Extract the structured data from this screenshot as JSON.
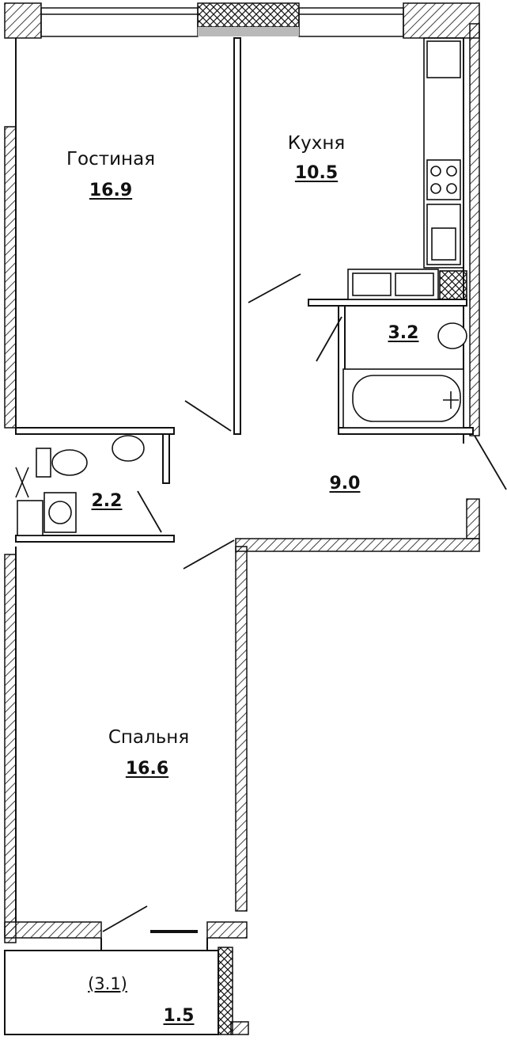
{
  "rooms": {
    "living": {
      "name": "Гостиная",
      "area": "16.9"
    },
    "kitchen": {
      "name": "Кухня",
      "area": "10.5"
    },
    "bathroom": {
      "area": "3.2"
    },
    "wc": {
      "area": "2.2"
    },
    "hall": {
      "area": "9.0"
    },
    "bedroom": {
      "name": "Спальня",
      "area": "16.6"
    },
    "balcony": {
      "full_area": "(3.1)",
      "area": "1.5"
    }
  },
  "colors": {
    "line": "#111111",
    "hatch": "#111111",
    "window_gray": "#b9b9b9",
    "background": "#ffffff"
  }
}
